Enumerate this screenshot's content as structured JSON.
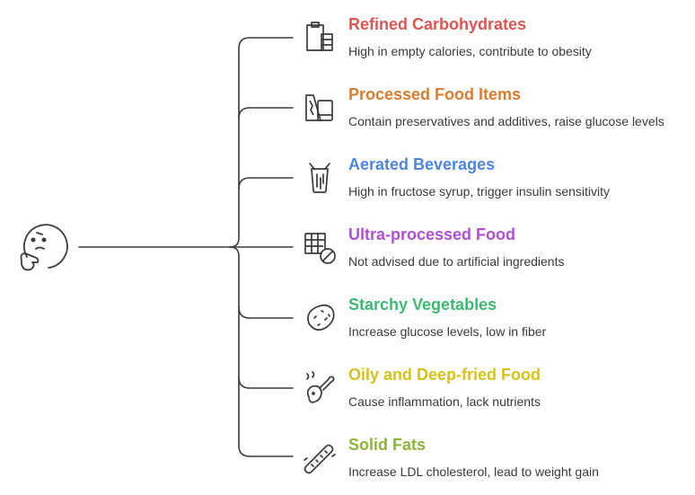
{
  "items": [
    {
      "title": "Refined Carbohydrates",
      "description": "High in empty calories, contribute to obesity",
      "color": "#e05552",
      "icon": "clipboard-grid-icon"
    },
    {
      "title": "Processed Food Items",
      "description": "Contain preservatives and additives, raise glucose levels",
      "color": "#e07a2c",
      "icon": "packaged-food-icon"
    },
    {
      "title": "Aerated Beverages",
      "description": "High in fructose syrup, trigger insulin sensitivity",
      "color": "#4d86db",
      "icon": "fizzy-can-icon"
    },
    {
      "title": "Ultra-processed Food",
      "description": "Not advised due to artificial ingredients",
      "color": "#b14fd6",
      "icon": "prohibited-grid-icon"
    },
    {
      "title": "Starchy Vegetables",
      "description": "Increase glucose levels, low in fiber",
      "color": "#3dba72",
      "icon": "potato-icon"
    },
    {
      "title": "Oily and Deep-fried Food",
      "description": "Cause inflammation, lack nutrients",
      "color": "#d6c21a",
      "icon": "fried-drumstick-icon"
    },
    {
      "title": "Solid Fats",
      "description": "Increase LDL cholesterol, lead to weight gain",
      "color": "#8cb43a",
      "icon": "butter-stick-icon"
    }
  ],
  "root_icon": "thinking-face-icon"
}
